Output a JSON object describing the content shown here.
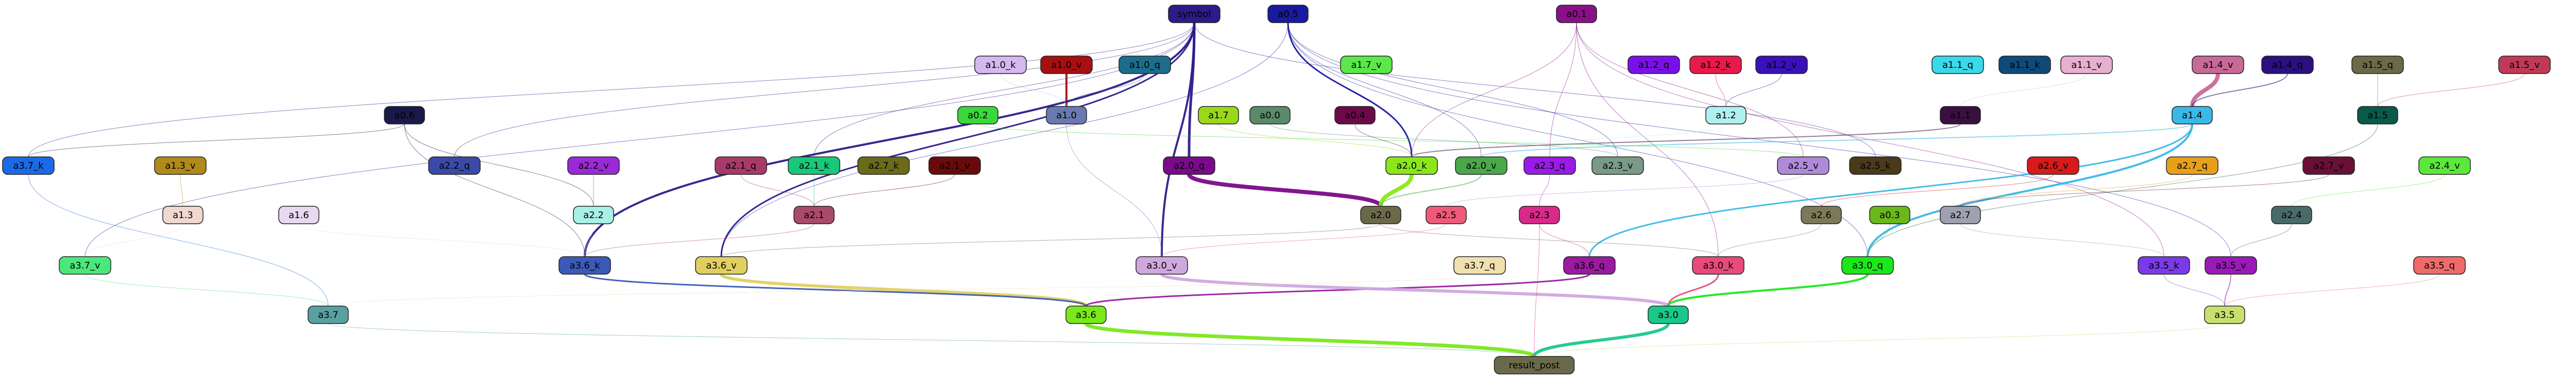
{
  "nodes": [
    {
      "id": "symbol",
      "label": "symbol",
      "fill": "#2d1b8a",
      "text": "#000000"
    },
    {
      "id": "a0.5",
      "label": "a0.5",
      "fill": "#1a1aa0",
      "text": "#000000"
    },
    {
      "id": "a0.1",
      "label": "a0.1",
      "fill": "#8a1088",
      "text": "#000000"
    },
    {
      "id": "a1.0_k",
      "label": "a1.0_k",
      "fill": "#d6b8f0",
      "text": "#000000"
    },
    {
      "id": "a1.0_v",
      "label": "a1.0_v",
      "fill": "#a80f12",
      "text": "#000000"
    },
    {
      "id": "a1.0_q",
      "label": "a1.0_q",
      "fill": "#1d6d8a",
      "text": "#000000"
    },
    {
      "id": "a1.7_v",
      "label": "a1.7_v",
      "fill": "#5be84a",
      "text": "#000000"
    },
    {
      "id": "a1.2_q",
      "label": "a1.2_q",
      "fill": "#7a10e8",
      "text": "#000000"
    },
    {
      "id": "a1.2_k",
      "label": "a1.2_k",
      "fill": "#e81a4a",
      "text": "#000000"
    },
    {
      "id": "a1.2_v",
      "label": "a1.2_v",
      "fill": "#3a10b8",
      "text": "#000000"
    },
    {
      "id": "a1.1_q",
      "label": "a1.1_q",
      "fill": "#3ad8e8",
      "text": "#000000"
    },
    {
      "id": "a1.1_k",
      "label": "a1.1_k",
      "fill": "#0f4a7a",
      "text": "#000000"
    },
    {
      "id": "a1.1_v",
      "label": "a1.1_v",
      "fill": "#e8b0d0",
      "text": "#000000"
    },
    {
      "id": "a1.4_v",
      "label": "a1.4_v",
      "fill": "#c86a98",
      "text": "#000000"
    },
    {
      "id": "a1.4_q",
      "label": "a1.4_q",
      "fill": "#2a1080",
      "text": "#000000"
    },
    {
      "id": "a1.5_q",
      "label": "a1.5_q",
      "fill": "#6a6a48",
      "text": "#000000"
    },
    {
      "id": "a1.5_v",
      "label": "a1.5_v",
      "fill": "#c03a58",
      "text": "#000000"
    },
    {
      "id": "a0.2",
      "label": "a0.2",
      "fill": "#3ad83a",
      "text": "#000000"
    },
    {
      "id": "a1.0",
      "label": "a1.0",
      "fill": "#6a7ab0",
      "text": "#000000"
    },
    {
      "id": "a1.7",
      "label": "a1.7",
      "fill": "#9ad81a",
      "text": "#000000"
    },
    {
      "id": "a0.0",
      "label": "a0.0",
      "fill": "#5a8a6a",
      "text": "#000000"
    },
    {
      "id": "a0.4",
      "label": "a0.4",
      "fill": "#6a0a48",
      "text": "#000000"
    },
    {
      "id": "a1.2",
      "label": "a1.2",
      "fill": "#b0f0f0",
      "text": "#000000"
    },
    {
      "id": "a1.1",
      "label": "a1.1",
      "fill": "#3a1040",
      "text": "#000000"
    },
    {
      "id": "a1.4",
      "label": "a1.4",
      "fill": "#3ab8e8",
      "text": "#000000"
    },
    {
      "id": "a1.5",
      "label": "a1.5",
      "fill": "#0a5a4a",
      "text": "#000000"
    },
    {
      "id": "a0.6",
      "label": "a0.6",
      "fill": "#1a1a4a",
      "text": "#000000"
    },
    {
      "id": "a3.7_k",
      "label": "a3.7_k",
      "fill": "#1a6ae8",
      "text": "#000000"
    },
    {
      "id": "a2.2_q",
      "label": "a2.2_q",
      "fill": "#3a4aa8",
      "text": "#000000"
    },
    {
      "id": "a2.2_v",
      "label": "a2.2_v",
      "fill": "#9a2ad8",
      "text": "#000000"
    },
    {
      "id": "a2.1_q",
      "label": "a2.1_q",
      "fill": "#a83a6a",
      "text": "#000000"
    },
    {
      "id": "a2.1_k",
      "label": "a2.1_k",
      "fill": "#1ac87a",
      "text": "#000000"
    },
    {
      "id": "a2.7_k",
      "label": "a2.7_k",
      "fill": "#6a6a1a",
      "text": "#000000"
    },
    {
      "id": "a2.1_v",
      "label": "a2.1_v",
      "fill": "#6a0a0a",
      "text": "#000000"
    },
    {
      "id": "a2.0_q",
      "label": "a2.0_q",
      "fill": "#7a0a8a",
      "text": "#000000"
    },
    {
      "id": "a2.0_k",
      "label": "a2.0_k",
      "fill": "#8ae81a",
      "text": "#000000"
    },
    {
      "id": "a2.0_v",
      "label": "a2.0_v",
      "fill": "#4aa84a",
      "text": "#000000"
    },
    {
      "id": "a2.3_q",
      "label": "a2.3_q",
      "fill": "#9a1ae8",
      "text": "#000000"
    },
    {
      "id": "a2.3_v",
      "label": "a2.3_v",
      "fill": "#7a9a88",
      "text": "#000000"
    },
    {
      "id": "a2.5_v",
      "label": "a2.5_v",
      "fill": "#b08ad8",
      "text": "#000000"
    },
    {
      "id": "a2.5_k",
      "label": "a2.5_k",
      "fill": "#4a3a1a",
      "text": "#000000"
    },
    {
      "id": "a2.6_v",
      "label": "a2.6_v",
      "fill": "#d81a1a",
      "text": "#000000"
    },
    {
      "id": "a2.7_q",
      "label": "a2.7_q",
      "fill": "#e8a01a",
      "text": "#000000"
    },
    {
      "id": "a2.7_v",
      "label": "a2.7_v",
      "fill": "#6a1038",
      "text": "#000000"
    },
    {
      "id": "a2.4_v",
      "label": "a2.4_v",
      "fill": "#5ae83a",
      "text": "#000000"
    },
    {
      "id": "a1.3_v",
      "label": "a1.3_v",
      "fill": "#b08a1a",
      "text": "#000000"
    },
    {
      "id": "a2.2",
      "label": "a2.2",
      "fill": "#a8f0e8",
      "text": "#000000"
    },
    {
      "id": "a1.6",
      "label": "a1.6",
      "fill": "#e8d8f0",
      "text": "#000000"
    },
    {
      "id": "a2.1",
      "label": "a2.1",
      "fill": "#a84a6a",
      "text": "#000000"
    },
    {
      "id": "a2.0",
      "label": "a2.0",
      "fill": "#6a6a4a",
      "text": "#000000"
    },
    {
      "id": "a2.5",
      "label": "a2.5",
      "fill": "#f05a7a",
      "text": "#000000"
    },
    {
      "id": "a2.3",
      "label": "a2.3",
      "fill": "#d82a8a",
      "text": "#000000"
    },
    {
      "id": "a2.6",
      "label": "a2.6",
      "fill": "#7a7a5a",
      "text": "#000000"
    },
    {
      "id": "a0.3",
      "label": "a0.3",
      "fill": "#6ab81a",
      "text": "#000000"
    },
    {
      "id": "a2.7",
      "label": "a2.7",
      "fill": "#a0a0b0",
      "text": "#000000"
    },
    {
      "id": "a2.4",
      "label": "a2.4",
      "fill": "#4a6a6a",
      "text": "#000000"
    },
    {
      "id": "a1.3",
      "label": "a1.3",
      "fill": "#f0d8d0",
      "text": "#000000"
    },
    {
      "id": "a3.7_v",
      "label": "a3.7_v",
      "fill": "#4ae87a",
      "text": "#000000"
    },
    {
      "id": "a3.6_k",
      "label": "a3.6_k",
      "fill": "#3a5ab8",
      "text": "#000000"
    },
    {
      "id": "a3.6_v",
      "label": "a3.6_v",
      "fill": "#e0d060",
      "text": "#000000"
    },
    {
      "id": "a3.0_v",
      "label": "a3.0_v",
      "fill": "#d0a8e0",
      "text": "#000000"
    },
    {
      "id": "a3.7_q",
      "label": "a3.7_q",
      "fill": "#f0e0b0",
      "text": "#000000"
    },
    {
      "id": "a3.6_q",
      "label": "a3.6_q",
      "fill": "#9a1aa0",
      "text": "#000000"
    },
    {
      "id": "a3.0_k",
      "label": "a3.0_k",
      "fill": "#e84a7a",
      "text": "#000000"
    },
    {
      "id": "a3.0_q",
      "label": "a3.0_q",
      "fill": "#1ae81a",
      "text": "#000000"
    },
    {
      "id": "a3.5_k",
      "label": "a3.5_k",
      "fill": "#7a3ae8",
      "text": "#000000"
    },
    {
      "id": "a3.5_v",
      "label": "a3.5_v",
      "fill": "#9a1ab8",
      "text": "#000000"
    },
    {
      "id": "a3.5_q",
      "label": "a3.5_q",
      "fill": "#f06a6a",
      "text": "#000000"
    },
    {
      "id": "a3.7",
      "label": "a3.7",
      "fill": "#5aa0a0",
      "text": "#000000"
    },
    {
      "id": "a3.6",
      "label": "a3.6",
      "fill": "#7ae81a",
      "text": "#000000"
    },
    {
      "id": "a3.0",
      "label": "a3.0",
      "fill": "#1ac88a",
      "text": "#000000"
    },
    {
      "id": "a3.5",
      "label": "a3.5",
      "fill": "#c8e070",
      "text": "#000000"
    },
    {
      "id": "result_post",
      "label": "result_post",
      "fill": "#6a6a4a",
      "text": "#000000"
    }
  ]
}
